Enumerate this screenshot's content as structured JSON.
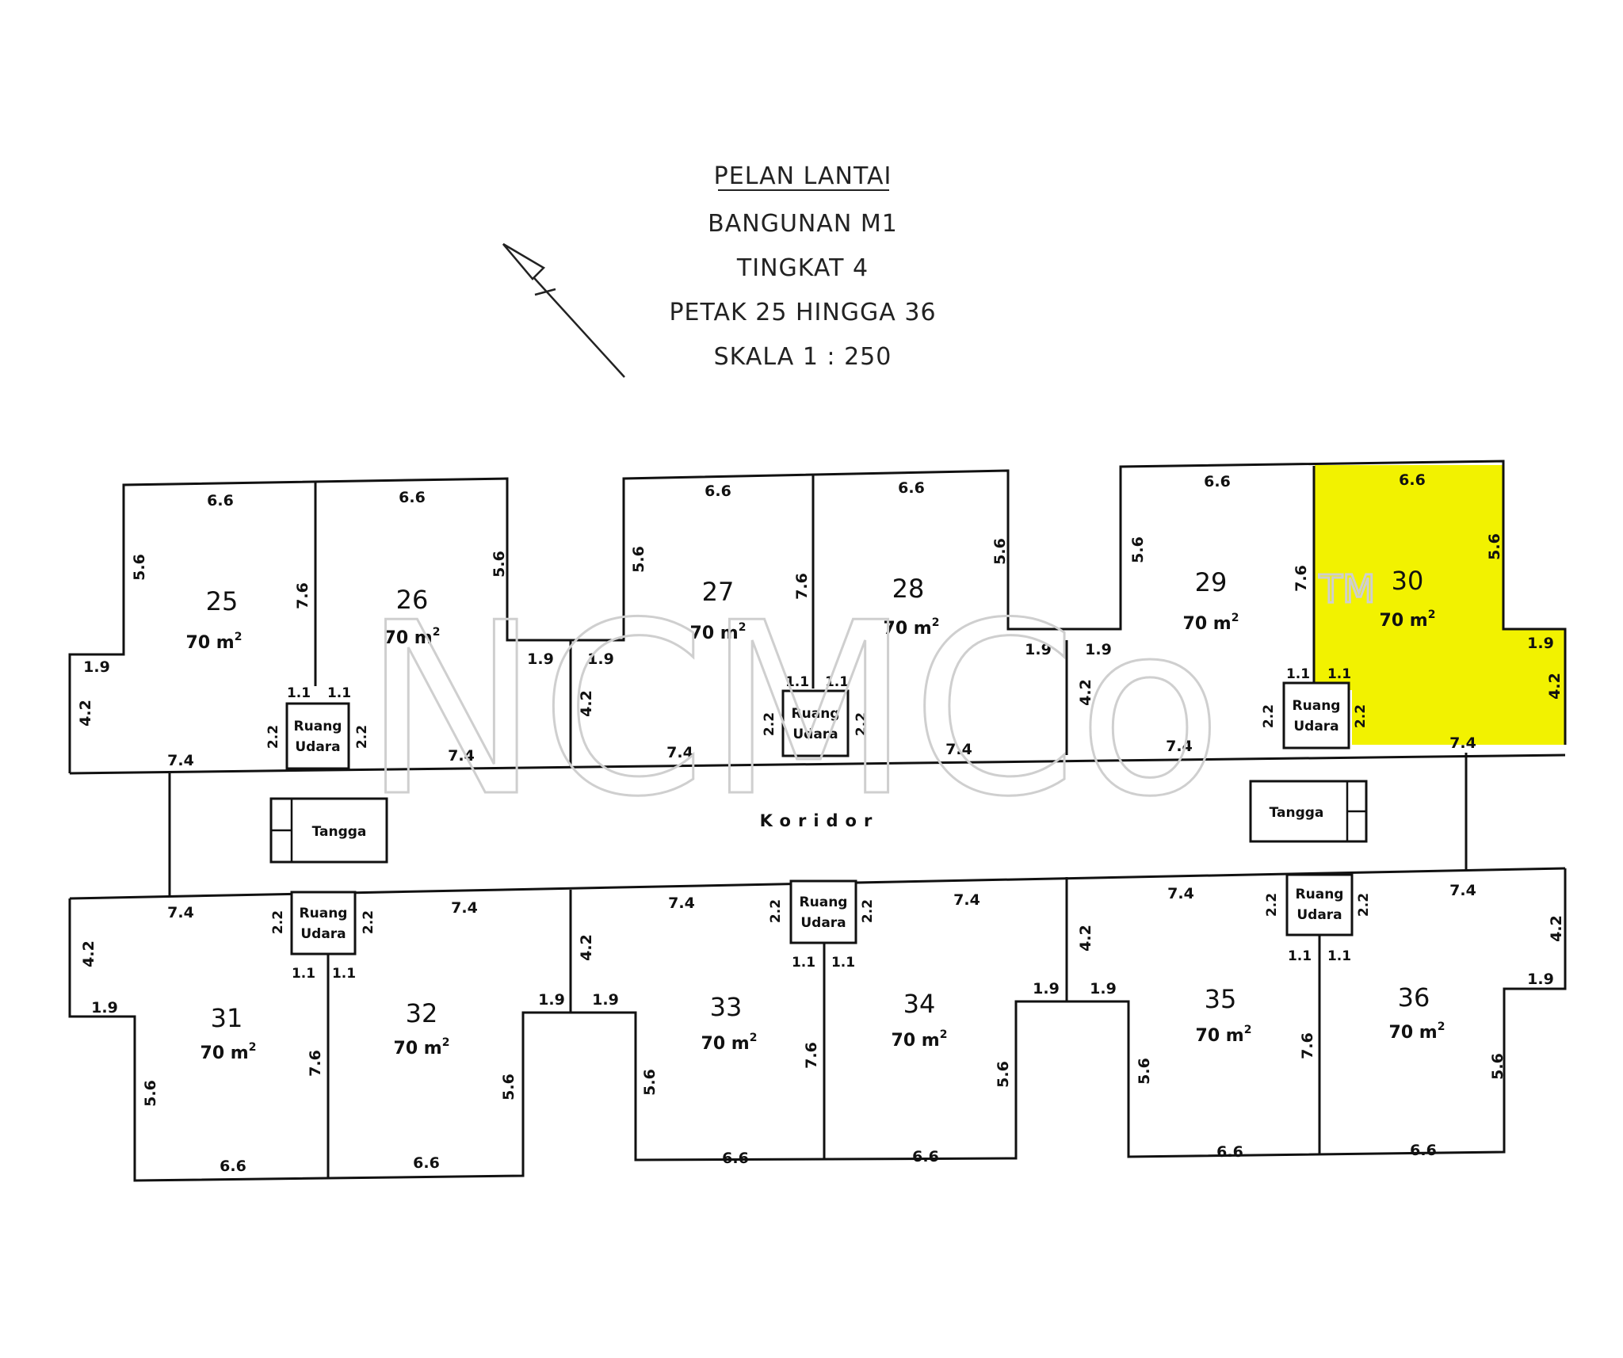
{
  "title": {
    "line1": "PELAN LANTAI",
    "line2": "BANGUNAN M1",
    "line3": "TINGKAT 4",
    "line4": "PETAK 25 HINGGA 36",
    "line5": "SKALA 1 : 250"
  },
  "watermark": "NCMCo",
  "watermark_tm": "TM",
  "highlight_color": "#f2f200",
  "area_label": "70 m",
  "area_sup": "2",
  "units": [
    {
      "no": "25"
    },
    {
      "no": "26"
    },
    {
      "no": "27"
    },
    {
      "no": "28"
    },
    {
      "no": "29"
    },
    {
      "no": "30",
      "highlighted": true
    },
    {
      "no": "31"
    },
    {
      "no": "32"
    },
    {
      "no": "33"
    },
    {
      "no": "34"
    },
    {
      "no": "35"
    },
    {
      "no": "36"
    }
  ],
  "dims": {
    "w66": "6.6",
    "h56": "5.6",
    "h76": "7.6",
    "w74": "7.4",
    "w19": "1.9",
    "h42": "4.2",
    "w11": "1.1",
    "h22": "2.2"
  },
  "ruang": {
    "line1": "Ruang",
    "line2": "Udara"
  },
  "tangga": "Tangga",
  "koridor": "Koridor"
}
